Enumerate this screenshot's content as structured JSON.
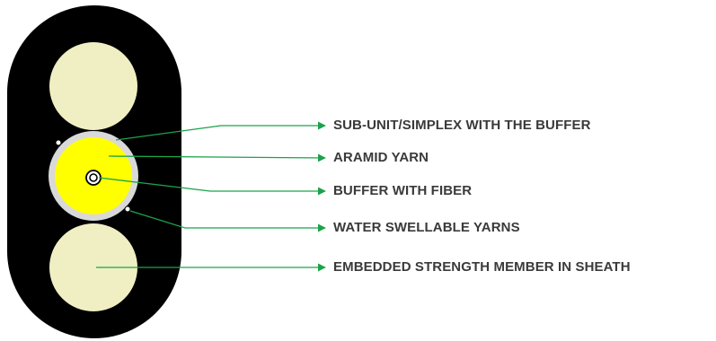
{
  "diagram": {
    "labels": [
      "SUB-UNIT/SIMPLEX WITH THE BUFFER",
      "ARAMID YARN",
      "BUFFER WITH FIBER",
      "WATER SWELLABLE YARNS",
      "EMBEDDED STRENGTH MEMBER IN SHEATH"
    ],
    "colors": {
      "sheath": "#000000",
      "strength_member": "#f0efc4",
      "subunit_ring": "#d9d9d9",
      "aramid_yarn": "#ffff00",
      "leader_line": "#1aa34a"
    }
  }
}
